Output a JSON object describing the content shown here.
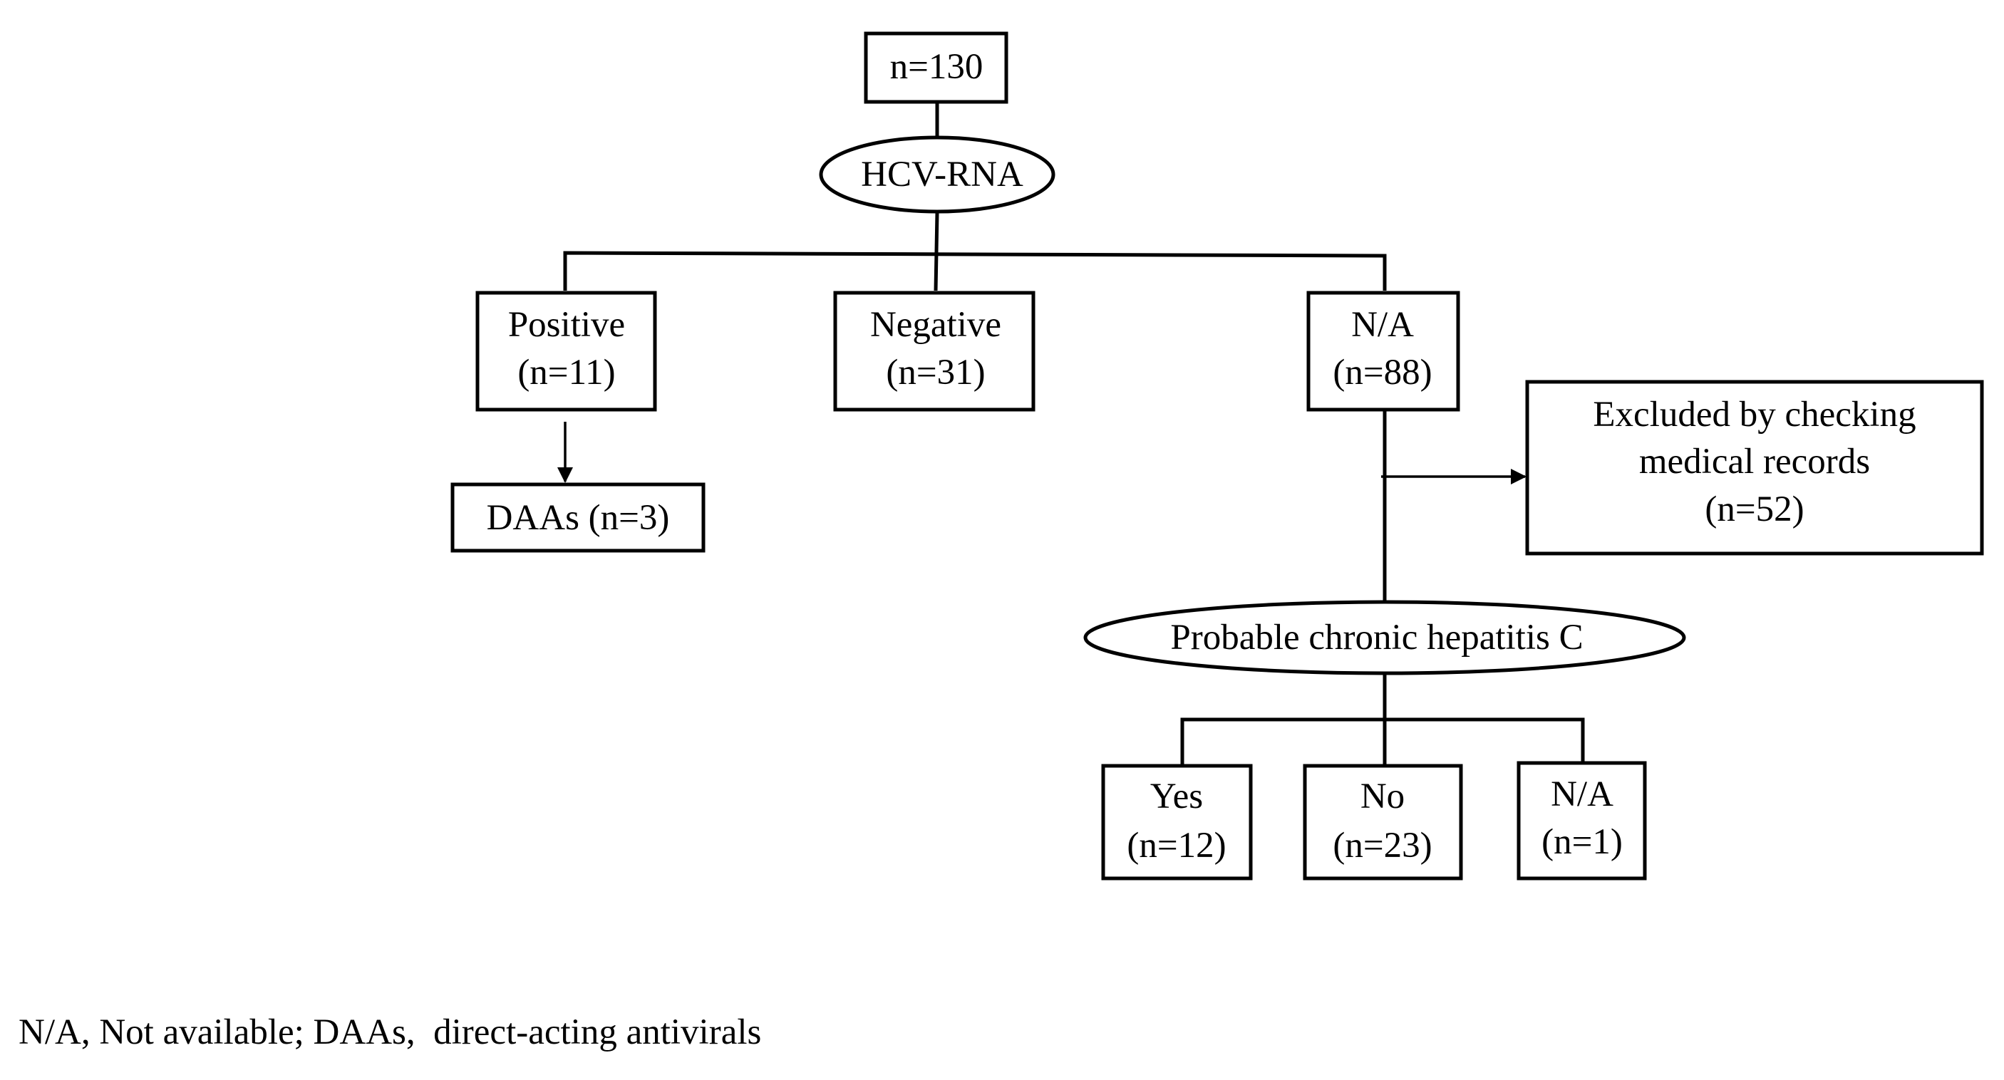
{
  "nodes": {
    "total": {
      "lines": [
        "n=130"
      ]
    },
    "hcv_rna": {
      "lines": [
        "HCV-RNA"
      ]
    },
    "positive": {
      "lines": [
        "Positive",
        "(n=11)"
      ]
    },
    "negative": {
      "lines": [
        "Negative",
        "(n=31)"
      ]
    },
    "na_top": {
      "lines": [
        "N/A",
        "(n=88)"
      ]
    },
    "daas": {
      "lines": [
        "DAAs (n=3)"
      ]
    },
    "excluded": {
      "lines": [
        "Excluded by checking",
        "medical records",
        "(n=52)"
      ]
    },
    "probable": {
      "lines": [
        "Probable chronic hepatitis C"
      ]
    },
    "yes": {
      "lines": [
        "Yes",
        "(n=12)"
      ]
    },
    "no": {
      "lines": [
        "No",
        "(n=23)"
      ]
    },
    "na_bottom": {
      "lines": [
        "N/A",
        "(n=1)"
      ]
    }
  },
  "footnote": "N/A, Not available; DAAs,  direct-acting antivirals"
}
